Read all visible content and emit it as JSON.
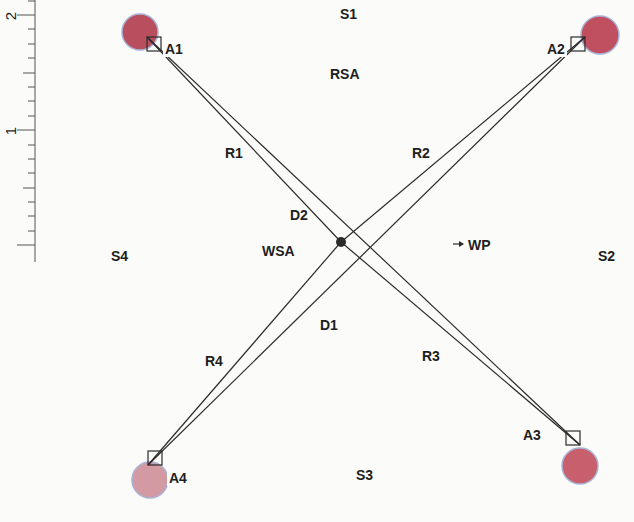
{
  "diagram": {
    "nodes": [
      {
        "text": [
          "RSA"
        ]
      },
      {
        "text": [
          "WSA",
          "D2",
          "D1"
        ],
        "in": 0
      }
    ],
    "labels": [
      "2",
      "S1",
      "A1",
      "A2",
      "1",
      "R1",
      "R2",
      "S4",
      "WP",
      "S2",
      "R4",
      "R3",
      "A3",
      "A4",
      "S3"
    ]
  }
}
